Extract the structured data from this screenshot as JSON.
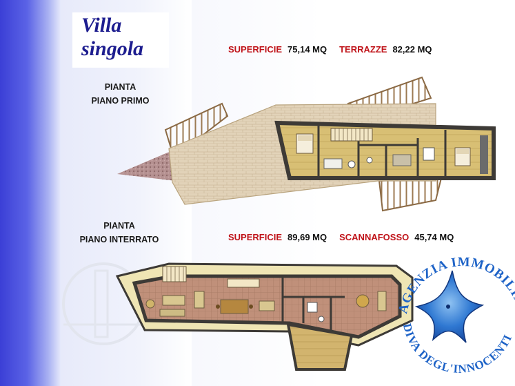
{
  "title": {
    "line1": "Villa",
    "line2": "singola"
  },
  "first_floor": {
    "label_line1": "PIANTA",
    "label_line2": "PIANO PRIMO",
    "areas": [
      {
        "key": "SUPERFICIE",
        "value": "75,14 MQ"
      },
      {
        "key": "TERRAZZE",
        "value": "82,22 MQ"
      }
    ]
  },
  "basement": {
    "label_line1": "PIANTA",
    "label_line2": "PIANO INTERRATO",
    "areas": [
      {
        "key": "SUPERFICIE",
        "value": "89,69 MQ"
      },
      {
        "key": "SCANNAFOSSO",
        "value": "45,74 MQ"
      }
    ]
  },
  "agency_seal": {
    "text_top": "AGENZIA IMMOBILIARE",
    "text_bottom": "DIVA DEGL'INNOCENTI",
    "icon": "starfish-icon"
  },
  "colors": {
    "side_band": "#3b3fd6",
    "title_text": "#1d1d8f",
    "area_key": "#c0141a",
    "terrace_stone": "#e0cfb4",
    "wall": "#3d3a36",
    "wood_floor": "#d9c078",
    "tile_floor": "#bf8e72",
    "seal_blue": "#1e63c7"
  }
}
